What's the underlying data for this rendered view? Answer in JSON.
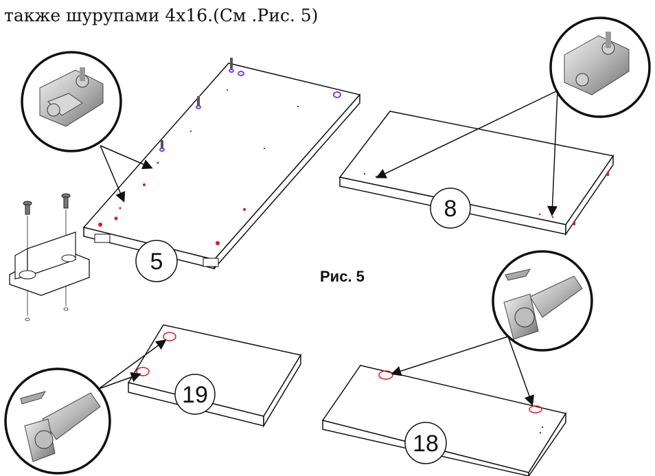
{
  "intro_text": "также шурупами 4х16.(См .Рис. 5)",
  "figure_caption": "Рис. 5",
  "parts": [
    {
      "name": "panel-5",
      "label": "5"
    },
    {
      "name": "panel-8",
      "label": "8"
    },
    {
      "name": "panel-19",
      "label": "19"
    },
    {
      "name": "panel-18",
      "label": "18"
    }
  ],
  "icons": [
    "mounting-plate-icon",
    "hinge-icon",
    "screw-icon"
  ],
  "colors": {
    "line": "#111111",
    "mark_red": "#e8141c",
    "mark_purple": "#7b3fe4",
    "mark_blue": "#2a3fd4"
  }
}
